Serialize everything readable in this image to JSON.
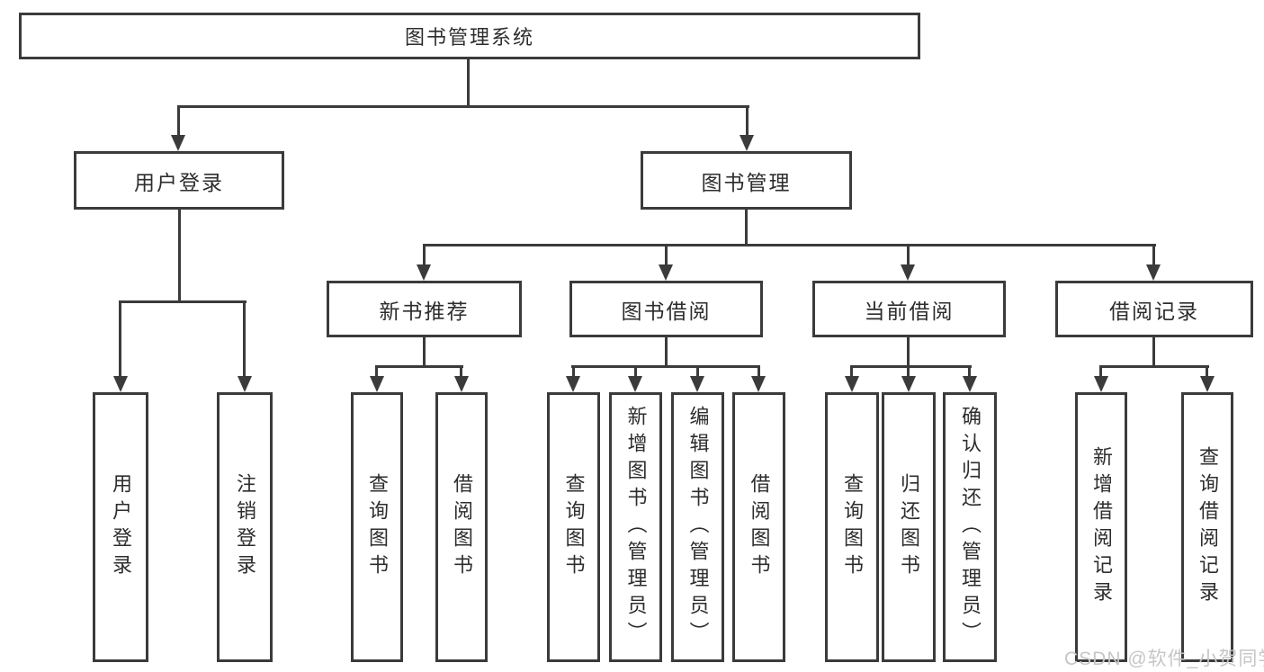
{
  "tree": {
    "label": "图书管理系统",
    "children": [
      {
        "label": "用户登录",
        "children": [
          {
            "label": "用户登录"
          },
          {
            "label": "注销登录"
          }
        ]
      },
      {
        "label": "图书管理",
        "children": [
          {
            "label": "新书推荐",
            "children": [
              {
                "label": "查询图书"
              },
              {
                "label": "借阅图书"
              }
            ]
          },
          {
            "label": "图书借阅",
            "children": [
              {
                "label": "查询图书"
              },
              {
                "label": "新增图书（管理员）"
              },
              {
                "label": "编辑图书（管理员）"
              },
              {
                "label": "借阅图书"
              }
            ]
          },
          {
            "label": "当前借阅",
            "children": [
              {
                "label": "查询图书"
              },
              {
                "label": "归还图书"
              },
              {
                "label": "确认归还（管理员）"
              }
            ]
          },
          {
            "label": "借阅记录",
            "children": [
              {
                "label": "新增借阅记录"
              },
              {
                "label": "查询借阅记录"
              }
            ]
          }
        ]
      }
    ]
  },
  "watermark": "CSDN @软件_小贺同学",
  "colors": {
    "line": "#3b3b3b",
    "box_border": "#3b3b3b",
    "box_fill": "#ffffff",
    "text": "#2d2d2d",
    "watermark": "#c6c6c6",
    "background": "#ffffff"
  }
}
